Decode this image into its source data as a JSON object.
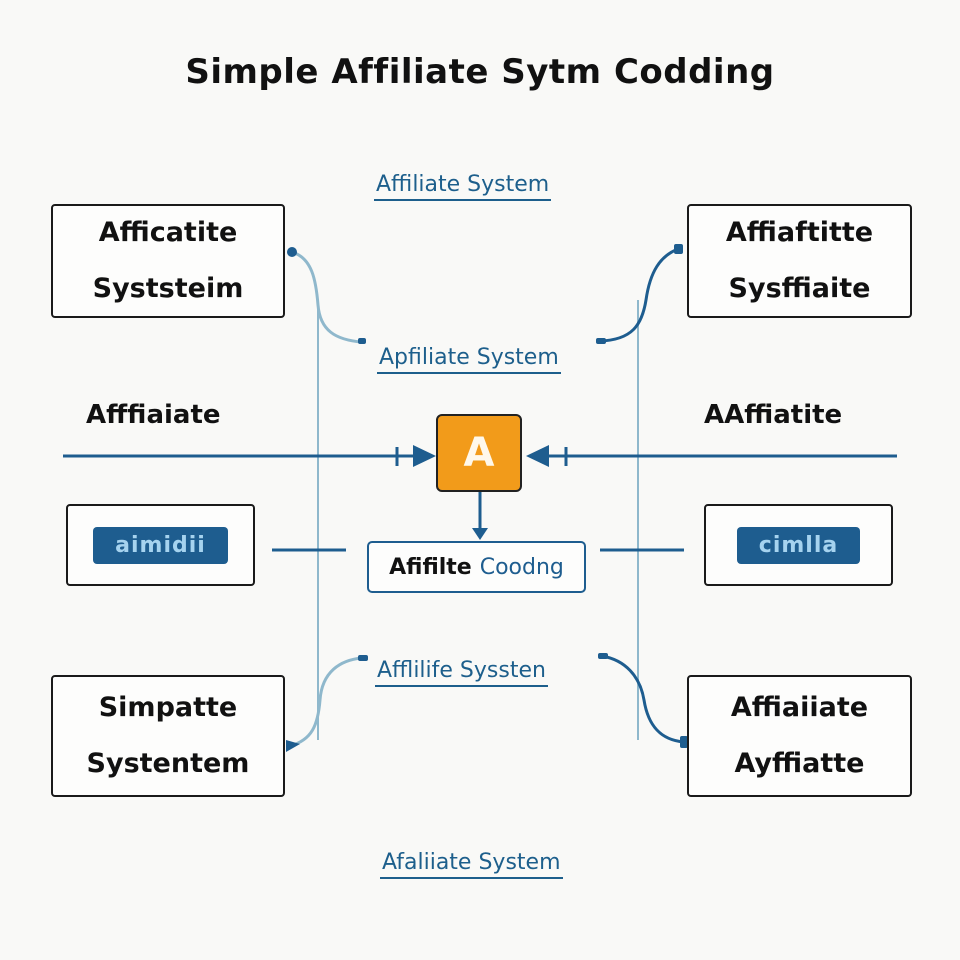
{
  "title": "Simple Affiliate Sytm Codding",
  "colors": {
    "primary_blue": "#1e5d8f",
    "light_blue": "#8fb8cc",
    "hub_orange": "#f29b1a",
    "text_dark": "#111111",
    "background": "#f9f9f7"
  },
  "nodes": {
    "top_left": {
      "line1": "Afficatite",
      "line2": "Syststeim"
    },
    "top_right": {
      "line1": "Affiaftitte",
      "line2": "Sysffiaite"
    },
    "bottom_left": {
      "line1": "Simpatte",
      "line2": "Systentem"
    },
    "bottom_right": {
      "line1": "Affiaiiate",
      "line2": "Ayffiatte"
    },
    "mid_left_pill": "aimidii",
    "mid_right_pill": "cimlla",
    "hub": "A",
    "code_box": {
      "part1": "Afifilte",
      "part2": "Coodng"
    }
  },
  "labels": {
    "top_center": "Affiliate System",
    "upper_center": "Apfiliate System",
    "lower_center": "Afflilife Syssten",
    "bottom_center": "Afaliiate System",
    "left_side": "Afffiaiate",
    "right_side": "AAffiatite"
  },
  "icons": {
    "arrow_right": "arrow-right-icon",
    "arrow_left": "arrow-left-icon",
    "arrow_down": "arrow-down-icon"
  }
}
